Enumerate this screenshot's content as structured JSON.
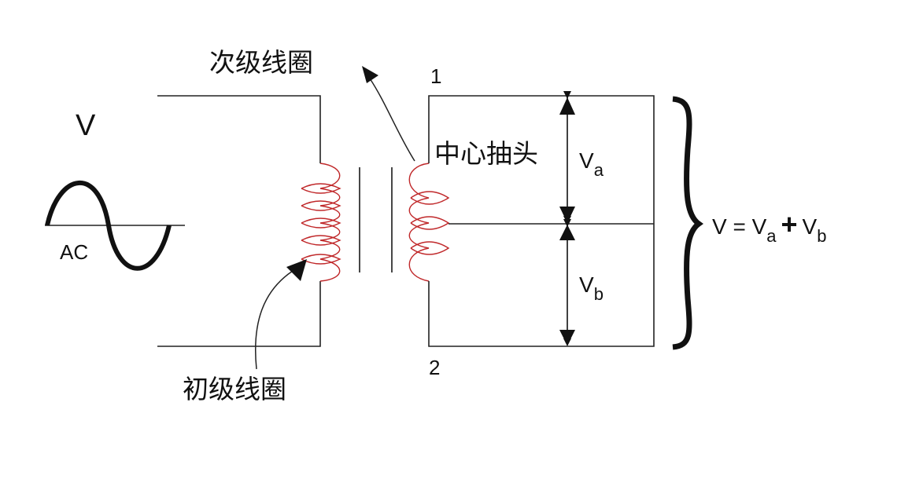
{
  "labels": {
    "source_voltage": "V",
    "source_type": "AC",
    "secondary_coil": "次级线圈",
    "primary_coil": "初级线圈",
    "center_tap": "中心抽头",
    "terminal_1": "1",
    "terminal_2": "2",
    "va_main": "V",
    "va_sub": "a",
    "vb_main": "V",
    "vb_sub": "b",
    "formula": {
      "lhs": "V = V",
      "sub_a": "a",
      "plus": "+",
      "v": "V",
      "sub_b": "b"
    }
  },
  "colors": {
    "wire": "#222222",
    "coil": "#c0282a"
  }
}
